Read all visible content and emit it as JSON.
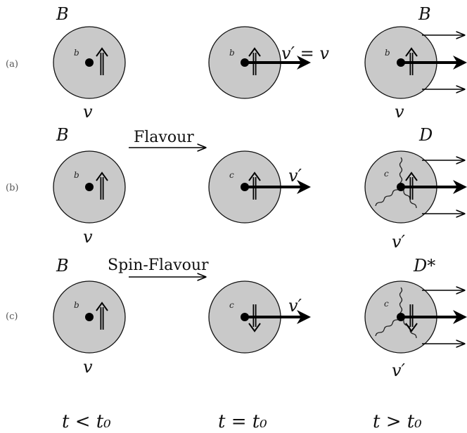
{
  "rows": [
    {
      "label": "(a)",
      "cells": [
        {
          "hadron": "B",
          "quark": "b",
          "spin": "up",
          "velocity": "v"
        },
        {
          "quark": "b",
          "spin": "up",
          "velocity_note": "v′ = v"
        },
        {
          "hadron": "B",
          "quark": "b",
          "spin": "up",
          "velocity": "v"
        }
      ],
      "transition": ""
    },
    {
      "label": "(b)",
      "cells": [
        {
          "hadron": "B",
          "quark": "b",
          "spin": "up",
          "velocity": "v"
        },
        {
          "quark": "c",
          "spin": "up",
          "velocity_note": "v′"
        },
        {
          "hadron": "D",
          "quark": "c",
          "spin": "up",
          "velocity": "v′",
          "gluons": true
        }
      ],
      "transition": "Flavour"
    },
    {
      "label": "(c)",
      "cells": [
        {
          "hadron": "B",
          "quark": "b",
          "spin": "up",
          "velocity": "v"
        },
        {
          "quark": "c",
          "spin": "down",
          "velocity_note": "v′"
        },
        {
          "hadron": "D*",
          "quark": "c",
          "spin": "down",
          "velocity": "v′",
          "gluons": true
        }
      ],
      "transition": "Spin-Flavour"
    }
  ],
  "time_labels": [
    "t < t₀",
    "t = t₀",
    "t > t₀"
  ]
}
